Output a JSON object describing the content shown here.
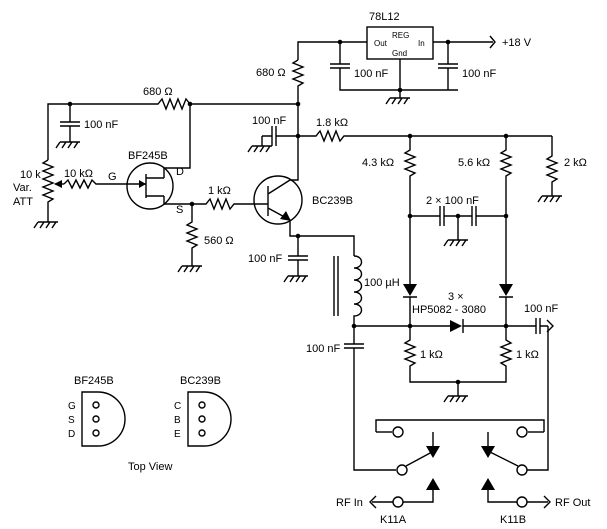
{
  "regulator": {
    "part": "78L12",
    "box_label": "REG",
    "out": "Out",
    "in": "In",
    "gnd": "Gnd"
  },
  "supply": "+18 V",
  "labels": {
    "r680_top": "680 Ω",
    "r680_reg": "680 Ω",
    "c100n_reg_out": "100 nF",
    "c100n_reg_in": "100 nF",
    "c100n_fet": "100 nF",
    "c100n_base": "100 nF",
    "r1k8": "1.8 kΩ",
    "r43k": "4.3 kΩ",
    "r56k": "5.6 kΩ",
    "r2k": "2 kΩ",
    "fet": "BF245B",
    "bjt": "BC239B",
    "att_10k": "10 k",
    "att_var": "Var.",
    "att_att": "ATT",
    "r10k": "10 kΩ",
    "r1k_base": "1 kΩ",
    "r560": "560 Ω",
    "c100n_emit": "100 nF",
    "pin_g": "G",
    "pin_d": "D",
    "pin_s": "S",
    "c_2x100n": "2 × 100 nF",
    "l100u": "100 µH",
    "diodes_count": "3 ×",
    "diodes_part": "HP5082 - 3080",
    "c100n_out": "100 nF",
    "c100n_left": "100 nF",
    "r1k_left": "1 kΩ",
    "r1k_right": "1 kΩ",
    "rf_in": "RF In",
    "rf_out": "RF Out",
    "k11a": "K11A",
    "k11b": "K11B"
  },
  "pinouts": {
    "title": "Top View",
    "bf245b": {
      "name": "BF245B",
      "pins": [
        "G",
        "S",
        "D"
      ]
    },
    "bc239b": {
      "name": "BC239B",
      "pins": [
        "C",
        "B",
        "E"
      ]
    }
  }
}
